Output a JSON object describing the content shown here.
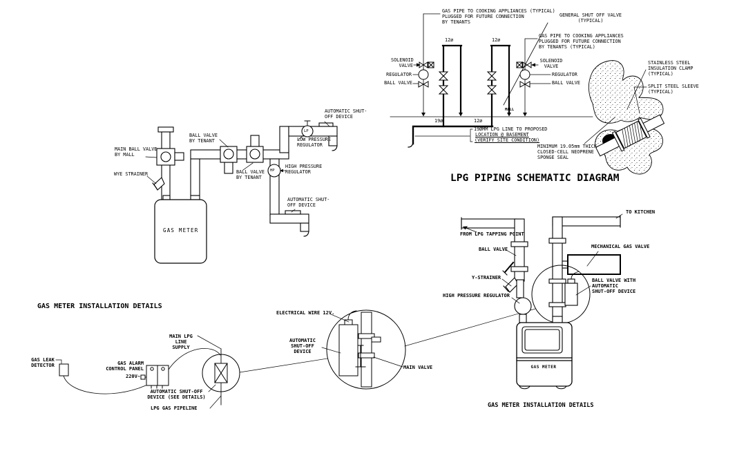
{
  "doc": {
    "background": "#ffffff",
    "ink": "#000000"
  },
  "schematic": {
    "title": "LPG PIPING SCHEMATIC DIAGRAM",
    "labels": {
      "gas_pipe_note_left": "GAS PIPE TO COOKING APPLIANCES (TYPICAL)\nPLUGGED FOR FUTURE CONNECTION\nBY TENANTS",
      "general_shutoff": "GENERAL SHUT OFF VALVE\n(TYPICAL)",
      "gas_pipe_note_right": "GAS PIPE TO COOKING APPLIANCES\nPLUGGED FOR FUTURE CONNECTION\nBY TENANTS (TYPICAL)",
      "solenoid_left": "SOLENOID\nVALVE",
      "regulator_left": "REGULATOR",
      "ball_valve_left": "BALL VALVE",
      "solenoid_right": "SOLENOID\nVALVE",
      "regulator_right": "REGULATOR",
      "ball_valve_right": "BALL VALVE",
      "riser1_size": "12ø",
      "riser2_size": "12ø",
      "main_size_19": "19ø",
      "main_size_12": "12ø",
      "mall": "MALL",
      "line_note1": "19ØMM LPG LINE TO PROPOSED",
      "line_note2": "LOCATION @ BASEMENT",
      "line_note3": "(VERIFY SITE CONDITION)",
      "insulation_clamp": "STAINLESS STEEL\nINSULATION CLAMP\n(TYPICAL)",
      "split_sleeve": "SPLIT STEEL SLEEVE\n(TYPICAL)",
      "neoprene": "MINIMUM 19.05mm THICK\nCLOSED-CELL NEOPRENE\nSPONGE SEAL"
    }
  },
  "meter_hookup": {
    "title": "GAS METER INSTALLATION DETAILS",
    "labels": {
      "auto_shutoff_top": "AUTOMATIC SHUT-\nOFF DEVICE",
      "lp_regulator": "LOW PRESSURE\nREGULATOR",
      "ball_valve_tenant_1": "BALL VALVE\nBY TENANT",
      "main_ball_valve": "MAIN BALL VALVE\nBY MALL",
      "ball_valve_tenant_2": "BALL VALVE\nBY TENANT",
      "hp_regulator": "HIGH PRESSURE\nREGULATOR",
      "wye_strainer": "WYE STRAINER",
      "auto_shutoff_bottom": "AUTOMATIC SHUT-\nOFF DEVICE",
      "gas_meter": "GAS METER",
      "hp_tag": "HP",
      "lp_tag": "LP"
    }
  },
  "alarm_detail": {
    "labels": {
      "gas_leak_detector": "GAS LEAK\nDETECTOR",
      "gas_alarm_panel": "GAS ALARM\nCONTROL PANEL",
      "voltage": "220V~",
      "main_lpg_supply": "MAIN LPG LINE\nSUPPLY",
      "auto_shutoff": "AUTOMATIC SHUT-OFF\nDEVICE (SEE DETAILS)",
      "lpg_pipeline": "LPG GAS PIPELINE"
    }
  },
  "valve_detail": {
    "labels": {
      "electrical_wire": "ELECTRICAL WIRE 12V.",
      "auto_shutoff": "AUTOMATIC\nSHUT-OFF DEVICE",
      "main_valve": "MAIN VALVE"
    }
  },
  "meter_install": {
    "title": "GAS METER INSTALLATION DETAILS",
    "labels": {
      "to_kitchen": "TO KITCHEN",
      "from_tapping": "FROM LPG TAPPING POINT",
      "ball_valve": "BALL VALVE",
      "y_strainer": "Y-STRAINER",
      "hp_regulator": "HIGH PRESSURE REGULATOR",
      "mech_valve": "MECHANICAL GAS VALVE",
      "ball_valve_auto": "BALL VALVE WITH\nAUTOMATIC\nSHUT-OFF DEVICE",
      "gas_meter": "GAS METER"
    }
  }
}
